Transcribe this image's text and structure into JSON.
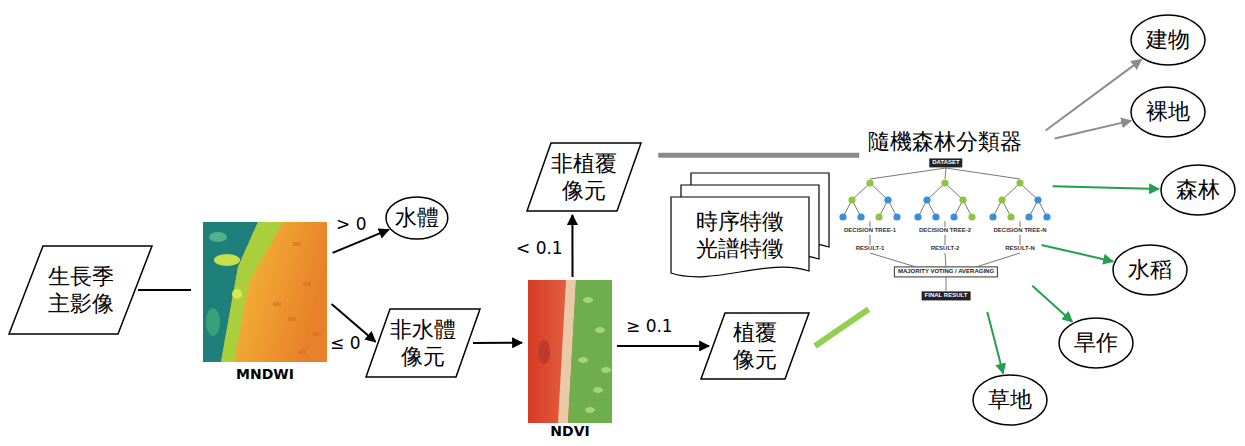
{
  "diagram": {
    "nodes": [
      {
        "text": [
          "生長季 主影像"
        ]
      },
      {
        "text": [
          "MNDWI"
        ]
      },
      {
        "text": [
          "水體"
        ]
      },
      {
        "text": [
          "非水體 像元"
        ]
      },
      {
        "text": [
          "NDVI"
        ]
      },
      {
        "text": [
          "非植覆 像元"
        ]
      },
      {
        "text": [
          "植覆 像元"
        ]
      },
      {
        "text": [
          "時序特徵 光譜特徵"
        ]
      },
      {
        "text": [
          "隨機森林分類器"
        ]
      },
      {
        "text": [
          "建物"
        ]
      },
      {
        "text": [
          "裸地"
        ]
      },
      {
        "text": [
          "森林"
        ]
      },
      {
        "text": [
          "水稻"
        ]
      },
      {
        "text": [
          "旱作"
        ]
      },
      {
        "text": [
          "草地"
        ]
      }
    ],
    "edges": [
      {
        "from": 0,
        "to": 1,
        "arrow": "none"
      },
      {
        "from": 1,
        "to": 2,
        "label": "> 0",
        "arrow": "to"
      },
      {
        "from": 1,
        "to": 3,
        "label": "≤ 0",
        "arrow": "to"
      },
      {
        "from": 3,
        "to": 4,
        "arrow": "to"
      },
      {
        "from": 4,
        "to": 5,
        "label": "< 0.1",
        "arrow": "to"
      },
      {
        "from": 4,
        "to": 6,
        "label": "≥ 0.1",
        "arrow": "to"
      },
      {
        "from": 5,
        "to": 8,
        "arrow": "none"
      },
      {
        "from": 6,
        "to": 8,
        "arrow": "none"
      },
      {
        "from": 8,
        "to": 9,
        "arrow": "to"
      },
      {
        "from": 8,
        "to": 10,
        "arrow": "to"
      },
      {
        "from": 8,
        "to": 11,
        "arrow": "to"
      },
      {
        "from": 8,
        "to": 12,
        "arrow": "to"
      },
      {
        "from": 8,
        "to": 13,
        "arrow": "to"
      },
      {
        "from": 8,
        "to": 14,
        "arrow": "to"
      }
    ],
    "labels": [
      "DATASET",
      "DECISION TREE-1",
      "RESULT-1",
      "DECISION TREE-2",
      "RESULT-2",
      "DECISION TREE-N",
      "RESULT-N",
      "MAJORITY VOTING / AVERAGING",
      "FINAL RESULT"
    ]
  }
}
